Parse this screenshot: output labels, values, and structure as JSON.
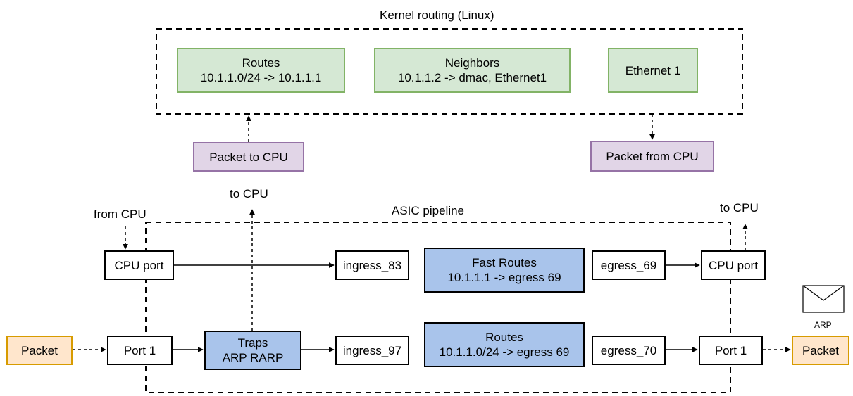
{
  "kernel": {
    "title": "Kernel routing (Linux)",
    "routes": {
      "title": "Routes",
      "detail": "10.1.1.0/24 -> 10.1.1.1"
    },
    "neighbors": {
      "title": "Neighbors",
      "detail": "10.1.1.2 -> dmac, Ethernet1"
    },
    "ethernet": {
      "title": "Ethernet 1"
    }
  },
  "packet_to_cpu": "Packet to CPU",
  "packet_from_cpu": "Packet from CPU",
  "asic": {
    "title": "ASIC pipeline",
    "to_cpu_mid": "to CPU",
    "to_cpu_right": "to CPU",
    "from_cpu": "from CPU",
    "cpu_port_left": "CPU port",
    "cpu_port_right": "CPU port",
    "port1_left": "Port 1",
    "port1_right": "Port 1",
    "traps": {
      "title": "Traps",
      "detail": "ARP RARP"
    },
    "ingress_83": "ingress_83",
    "ingress_97": "ingress_97",
    "fast_routes": {
      "title": "Fast Routes",
      "detail": "10.1.1.1 -> egress 69"
    },
    "routes": {
      "title": "Routes",
      "detail": "10.1.1.0/24 -> egress 69"
    },
    "egress_69": "egress_69",
    "egress_70": "egress_70"
  },
  "packet_in": "Packet",
  "packet_out": "Packet",
  "envelope": {
    "icon": "envelope-icon",
    "label": "ARP"
  }
}
